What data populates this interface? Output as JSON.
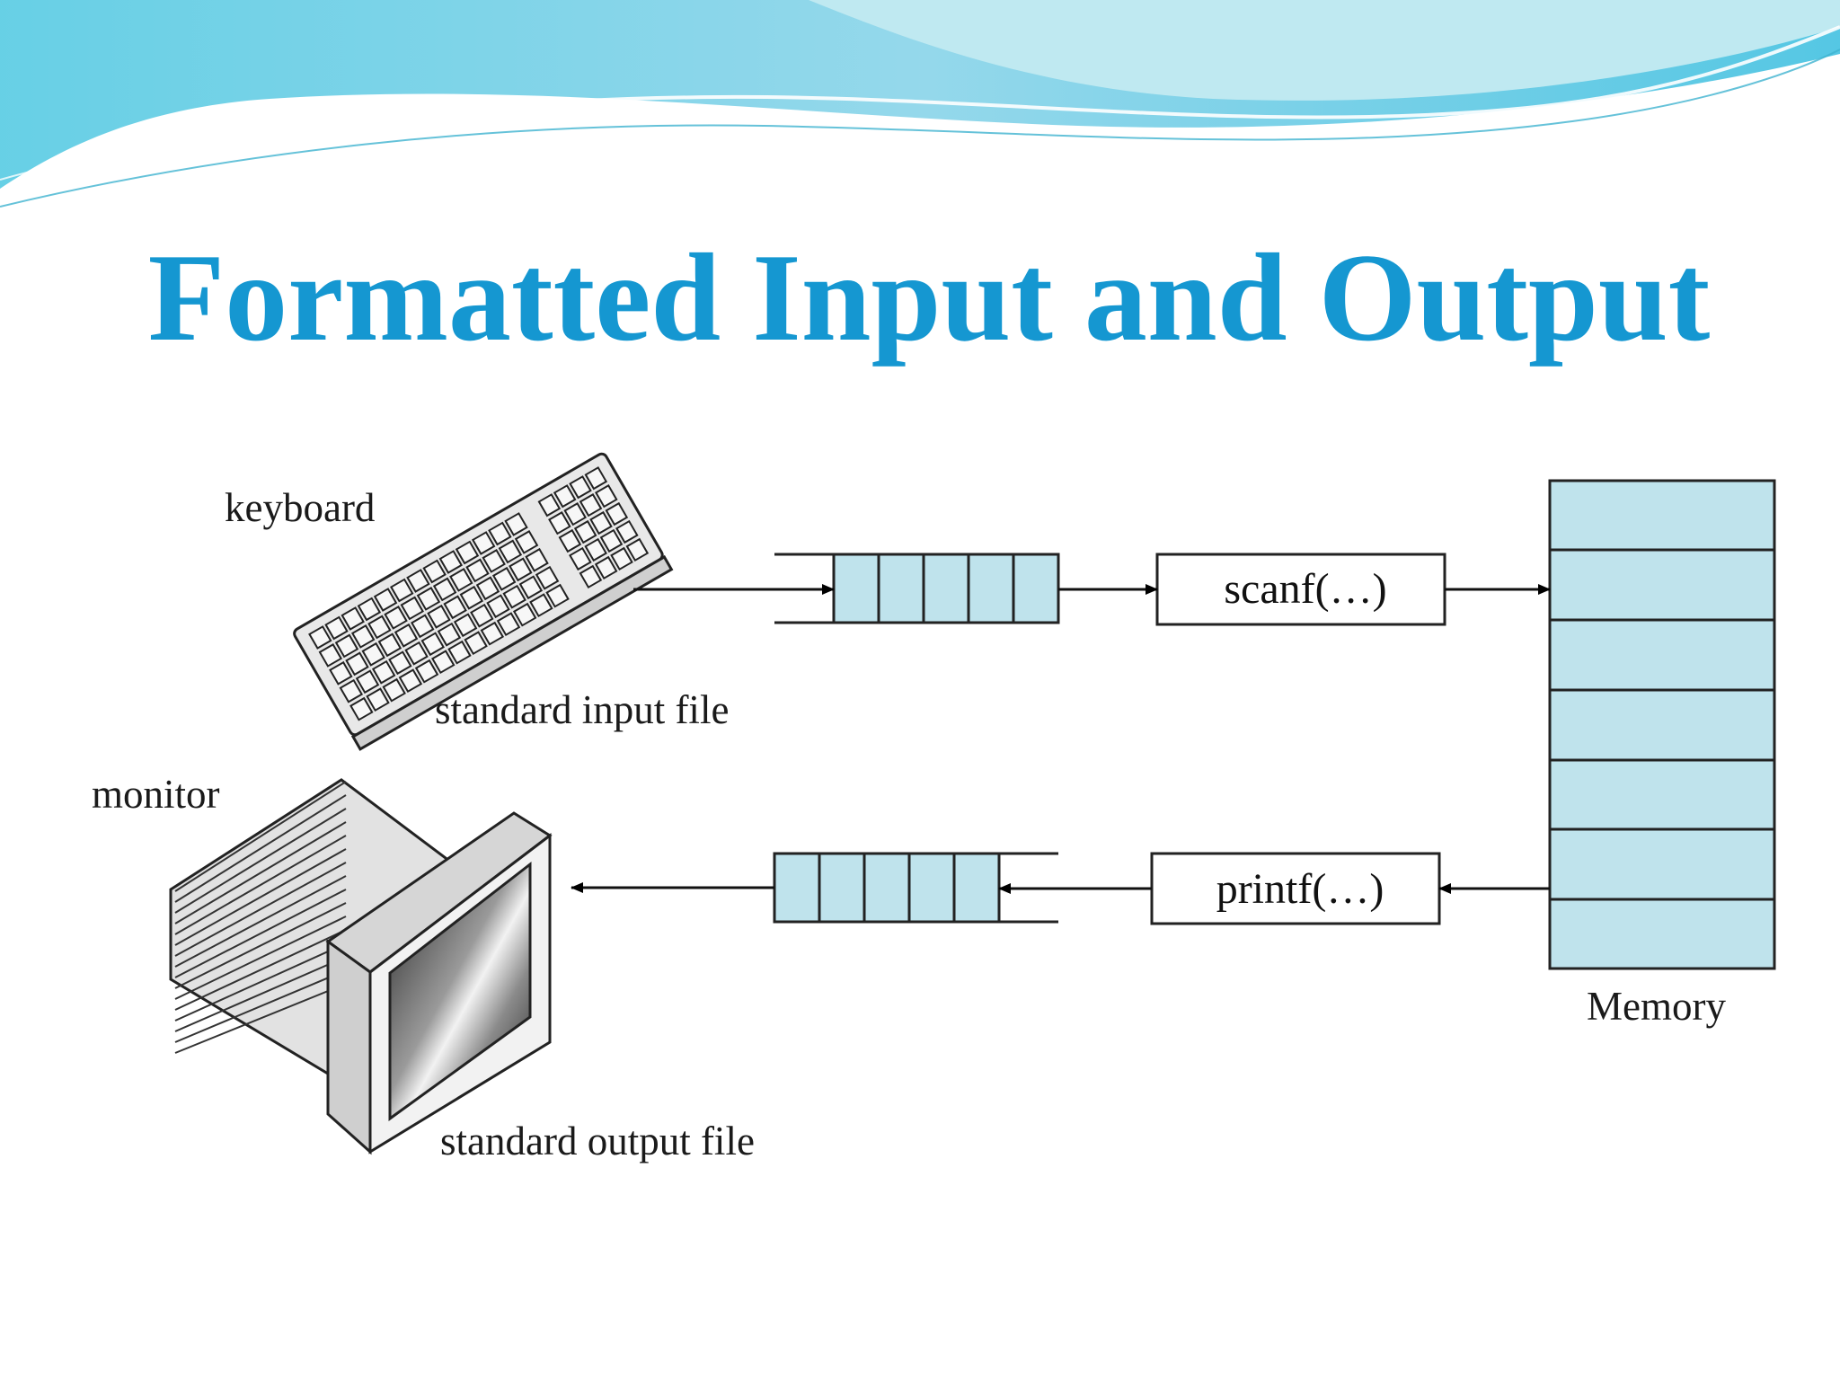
{
  "slide": {
    "title": "Formatted Input and Output"
  },
  "labels": {
    "keyboard": "keyboard",
    "standard_input": "standard input file",
    "monitor": "monitor",
    "standard_output": "standard output file",
    "memory": "Memory"
  },
  "functions": {
    "input": "scanf(…)",
    "output": "printf(…)"
  },
  "icons": {
    "keyboard": "keyboard-icon",
    "monitor": "monitor-icon"
  },
  "colors": {
    "title": "#1597d1",
    "buffer_fill": "#bfe3ec",
    "memory_fill": "#bfe3ec",
    "wave_light": "#b7e7ef",
    "wave_mid": "#6fd0e3",
    "wave_dark": "#46bfe0"
  }
}
